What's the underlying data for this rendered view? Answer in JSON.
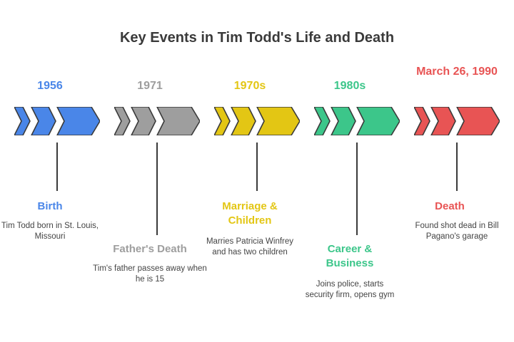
{
  "title": "Key Events in Tim Todd's Life and Death",
  "events": [
    {
      "date": "1956",
      "label": "Birth",
      "description": "Tim Todd born in St. Louis, Missouri",
      "color": "#4a86e8"
    },
    {
      "date": "1971",
      "label": "Father's Death",
      "description": "Tim's father passes away when he is 15",
      "color": "#9e9e9e"
    },
    {
      "date": "1970s",
      "label": "Marriage & Children",
      "description": "Marries Patricia Winfrey and has two children",
      "color": "#e3c614"
    },
    {
      "date": "1980s",
      "label": "Career & Business",
      "description": "Joins police, starts security firm, opens gym",
      "color": "#3cc68a"
    },
    {
      "date": "March 26, 1990",
      "label": "Death",
      "description": "Found shot dead in Bill Pagano's garage",
      "color": "#e85454"
    }
  ]
}
